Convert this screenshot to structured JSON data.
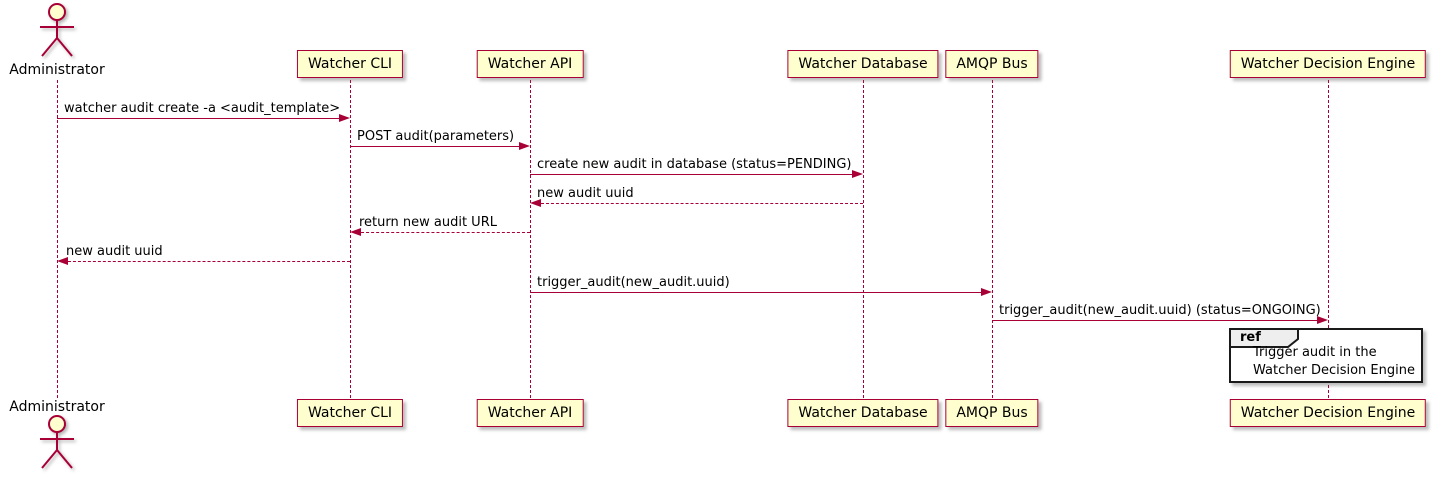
{
  "diagram_type": "plantuml-sequence-diagram",
  "colors": {
    "participant_fill": "#FEFECE",
    "stroke": "#A80036",
    "text": "#000000",
    "ref_border": "#1A1A1A",
    "ref_header_fill": "#EEEEEE",
    "background": "#FFFFFF"
  },
  "actor": {
    "name": "Administrator"
  },
  "participants": [
    {
      "label": "Watcher CLI"
    },
    {
      "label": "Watcher API"
    },
    {
      "label": "Watcher Database"
    },
    {
      "label": "AMQP Bus"
    },
    {
      "label": "Watcher Decision Engine"
    }
  ],
  "messages": [
    {
      "from": "Administrator",
      "to": "Watcher CLI",
      "text": "watcher audit create -a <audit_template>",
      "line": "solid"
    },
    {
      "from": "Watcher CLI",
      "to": "Watcher API",
      "text": "POST audit(parameters)",
      "line": "solid"
    },
    {
      "from": "Watcher API",
      "to": "Watcher Database",
      "text": "create new audit in database (status=PENDING)",
      "line": "solid"
    },
    {
      "from": "Watcher Database",
      "to": "Watcher API",
      "text": "new audit uuid",
      "line": "dashed"
    },
    {
      "from": "Watcher API",
      "to": "Watcher CLI",
      "text": "return new audit URL",
      "line": "dashed"
    },
    {
      "from": "Watcher CLI",
      "to": "Administrator",
      "text": "new audit uuid",
      "line": "dashed"
    },
    {
      "from": "Watcher API",
      "to": "AMQP Bus",
      "text": "trigger_audit(new_audit.uuid)",
      "line": "solid"
    },
    {
      "from": "AMQP Bus",
      "to": "Watcher Decision Engine",
      "text": "trigger_audit(new_audit.uuid) (status=ONGOING)",
      "line": "solid"
    }
  ],
  "ref": {
    "keyword": "ref",
    "lines": [
      "Trigger audit in the",
      "Watcher Decision Engine"
    ]
  }
}
